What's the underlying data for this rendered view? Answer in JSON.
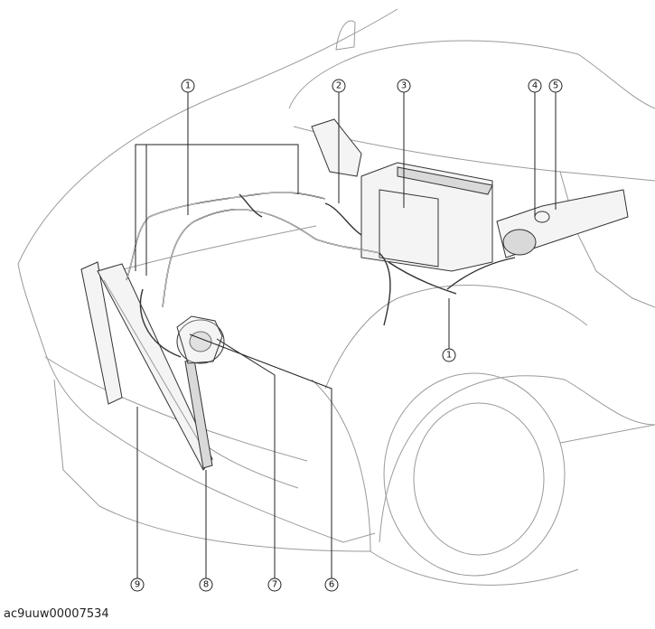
{
  "callouts": [
    {
      "id": "c1a",
      "label": "1"
    },
    {
      "id": "c2",
      "label": "2"
    },
    {
      "id": "c3",
      "label": "3"
    },
    {
      "id": "c4",
      "label": "4"
    },
    {
      "id": "c5",
      "label": "5"
    },
    {
      "id": "c1b",
      "label": "1"
    },
    {
      "id": "c9",
      "label": "9"
    },
    {
      "id": "c8",
      "label": "8"
    },
    {
      "id": "c7",
      "label": "7"
    },
    {
      "id": "c6",
      "label": "6"
    }
  ],
  "caption": "ac9uuw00007534"
}
